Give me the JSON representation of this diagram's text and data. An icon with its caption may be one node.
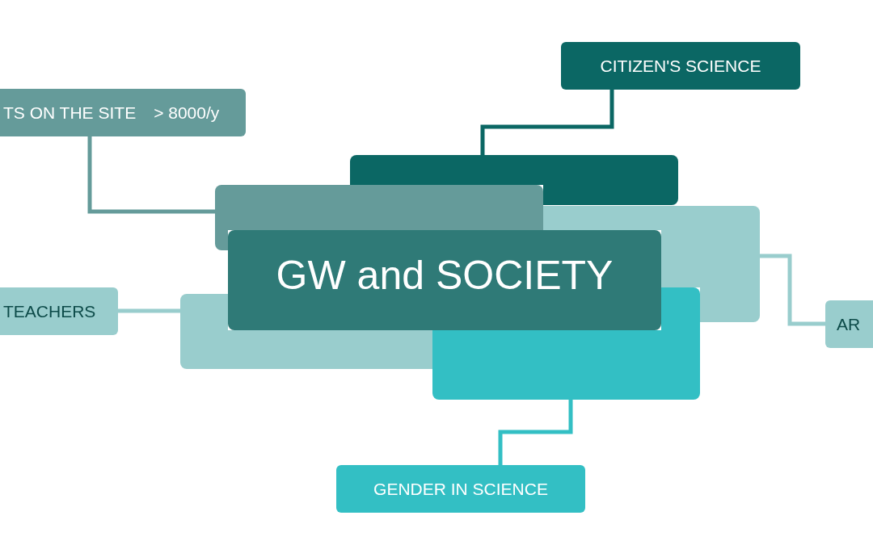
{
  "diagram": {
    "nodes": [
      {
        "text": [
          "CITIZEN'S SCIENCE"
        ]
      },
      {
        "text": [
          "TS ON THE SITE",
          "> 8000/y"
        ]
      },
      {
        "text": [],
        "shape": "box"
      },
      {
        "text": [],
        "shape": "box"
      },
      {
        "text": [],
        "shape": "box"
      },
      {
        "text": [
          "GW and SOCIETY"
        ]
      },
      {
        "text": [],
        "shape": "box"
      },
      {
        "text": [],
        "shape": "box"
      },
      {
        "text": [
          "TEACHERS"
        ]
      },
      {
        "text": [
          "AR"
        ]
      },
      {
        "text": [
          "GENDER IN SCIENCE"
        ]
      }
    ],
    "edges": [
      {
        "from": 2,
        "to": 0,
        "arrow": "none",
        "color": "#0b6764"
      },
      {
        "from": 3,
        "to": 1,
        "arrow": "none",
        "color": "#659b9a"
      },
      {
        "from": 6,
        "to": 8,
        "arrow": "none",
        "color": "#99cdcd"
      },
      {
        "from": 4,
        "to": 9,
        "arrow": "none",
        "color": "#99cdcd"
      },
      {
        "from": 7,
        "to": 10,
        "arrow": "none",
        "color": "#33bfc4"
      }
    ]
  }
}
